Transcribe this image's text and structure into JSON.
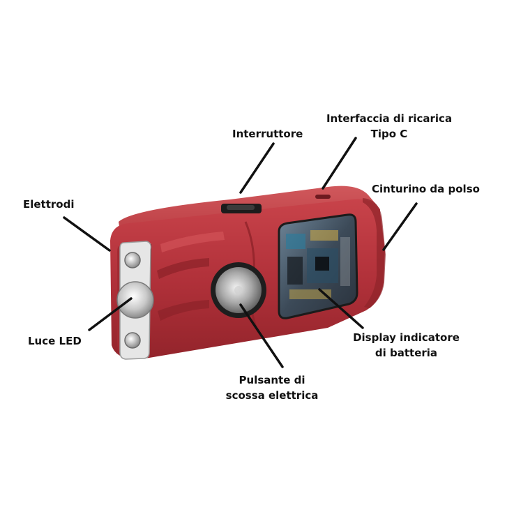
{
  "labels": {
    "interruttore": "Interruttore",
    "ricarica_line1": "Interfaccia di ricarica",
    "ricarica_line2": "Tipo C",
    "cinturino": "Cinturino da polso",
    "elettrodi": "Elettrodi",
    "luce": "Luce LED",
    "display_line1": "Display indicatore",
    "display_line2": "di batteria",
    "pulsante_line1": "Pulsante di",
    "pulsante_line2": "scossa elettrica"
  },
  "colors": {
    "body": "#b8343a",
    "body_dark": "#8e2329",
    "body_light": "#cf4a4f",
    "line": "#111111",
    "metal": "#d8d8d8",
    "window": "#4a5866"
  }
}
